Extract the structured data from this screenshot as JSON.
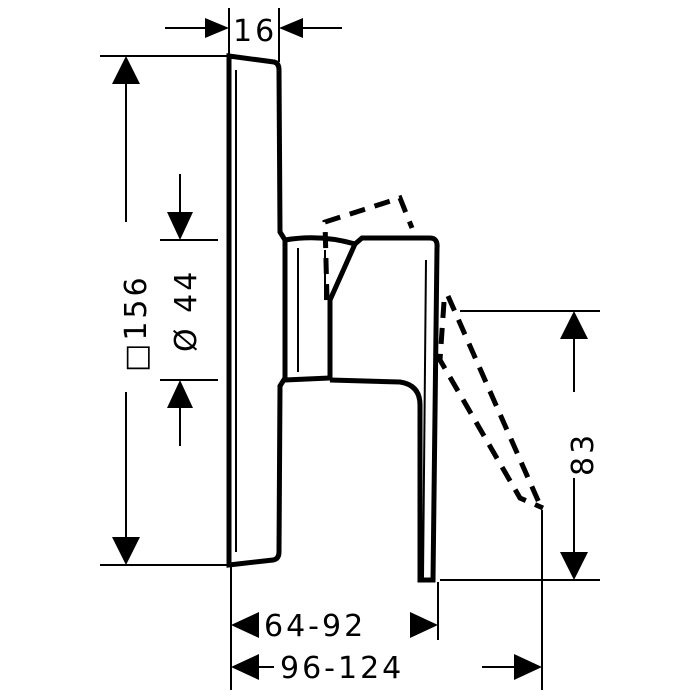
{
  "drawing": {
    "dimensions": {
      "plate_depth": "16",
      "plate_square": "□156",
      "rosette_diameter": "Ø 44",
      "handle_height": "83",
      "projection_short": "64-92",
      "projection_long": "96-124"
    }
  }
}
